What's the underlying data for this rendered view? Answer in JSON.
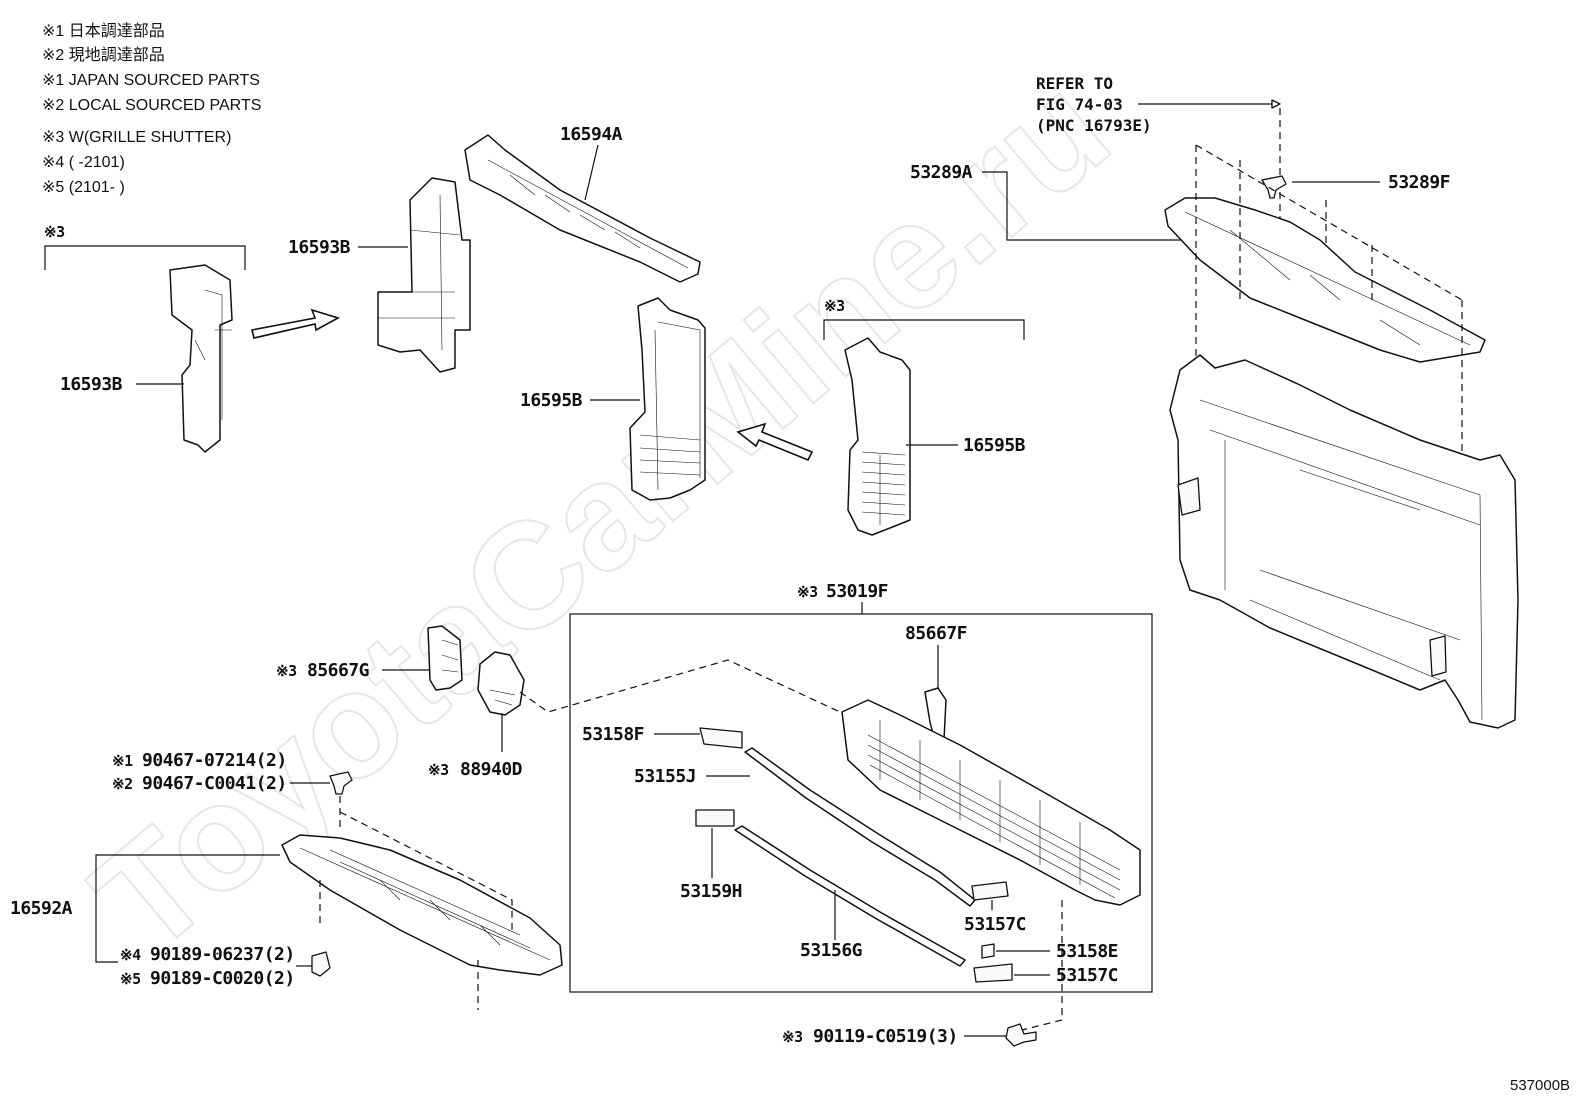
{
  "watermark": "ToyotaCarMine.ru",
  "notes": [
    "※1  日本調達部品",
    "※2  現地調達部品",
    "※1  JAPAN SOURCED PARTS",
    "※2  LOCAL SOURCED PARTS",
    "※3 W(GRILLE SHUTTER)",
    "※4 (       -2101)",
    "※5 (2101-        )"
  ],
  "refer": [
    "REFER TO",
    "FIG 74-03",
    "(PNC 16793E)"
  ],
  "labels": {
    "p16594A": "16594A",
    "p16593B_a": "16593B",
    "p16593B_b": "16593B",
    "p16595B_a": "16595B",
    "p16595B_b": "16595B",
    "p53289A": "53289A",
    "p53289F": "53289F",
    "p53019F": "53019F",
    "p85667F": "85667F",
    "p85667G": "85667G",
    "p88940D": "88940D",
    "p53158F": "53158F",
    "p53155J": "53155J",
    "p53159H": "53159H",
    "p53156G": "53156G",
    "p53157C_a": "53157C",
    "p53158E": "53158E",
    "p53157C_b": "53157C",
    "p16592A": "16592A",
    "p90467_1": "90467-07214(2)",
    "p90467_2": "90467-C0041(2)",
    "p90189_4": "90189-06237(2)",
    "p90189_5": "90189-C0020(2)",
    "p90119": "90119-C0519(3)"
  },
  "marks": {
    "m1": "※1",
    "m2": "※2",
    "m3": "※3",
    "m4": "※4",
    "m5": "※5"
  },
  "figure_code": "537000B"
}
